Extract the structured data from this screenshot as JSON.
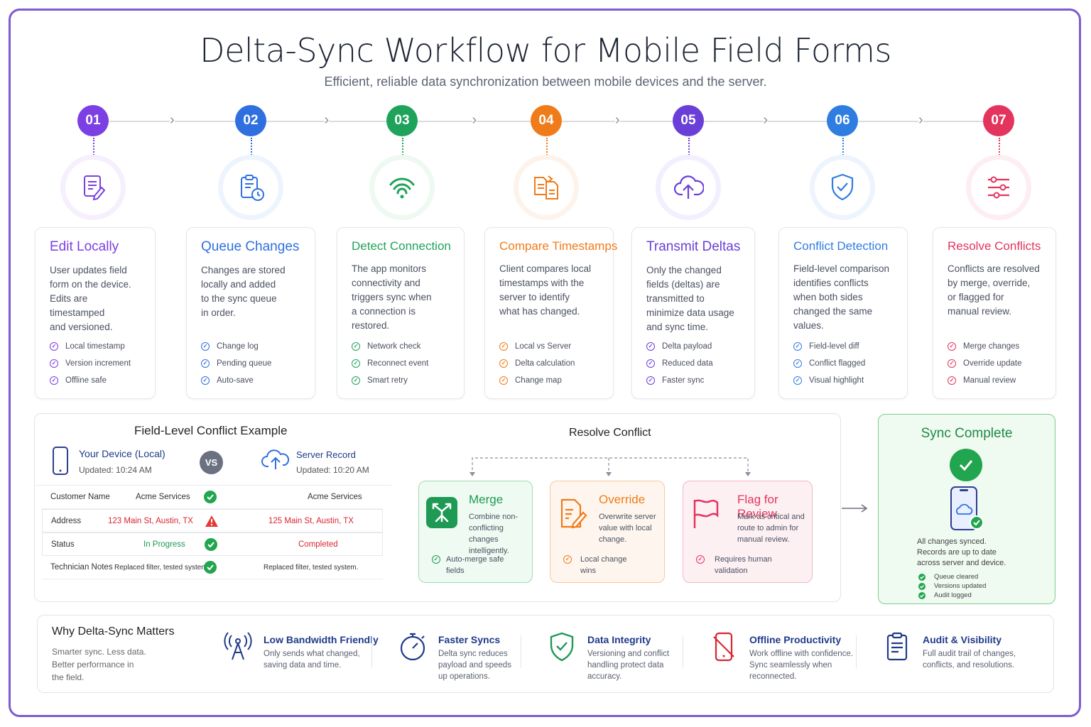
{
  "header": {
    "title": "Delta-Sync Workflow for Mobile Field Forms",
    "subtitle": "Efficient, reliable data synchronization between mobile devices and the server."
  },
  "steps": [
    {
      "num": "01",
      "title": "Edit Locally",
      "color": "#7b3fe4",
      "desc": [
        "User updates field",
        "form on the device.",
        "Edits are timestamped",
        "and versioned."
      ],
      "items": [
        "Local timestamp",
        "Version increment",
        "Offline safe"
      ],
      "icon": "edit-form-icon"
    },
    {
      "num": "02",
      "title": "Queue Changes",
      "color": "#2f6fe0",
      "desc": [
        "Changes are stored",
        "locally and added",
        "to the sync queue",
        "in order."
      ],
      "items": [
        "Change log",
        "Pending queue",
        "Auto-save"
      ],
      "icon": "clipboard-clock-icon"
    },
    {
      "num": "03",
      "title": "Detect Connection",
      "color": "#1fa35a",
      "desc": [
        "The app monitors",
        "connectivity and",
        "triggers sync when",
        "a connection is",
        "restored."
      ],
      "items": [
        "Network check",
        "Reconnect event",
        "Smart retry"
      ],
      "icon": "wifi-icon"
    },
    {
      "num": "04",
      "title": "Compare Timestamps",
      "color": "#f07b1a",
      "desc": [
        "Client compares local",
        "timestamps with the",
        "server to identify",
        "what has changed."
      ],
      "items": [
        "Local vs Server",
        "Delta calculation",
        "Change map"
      ],
      "icon": "compare-documents-icon"
    },
    {
      "num": "05",
      "title": "Transmit Deltas",
      "color": "#6a3fd8",
      "desc": [
        "Only the changed",
        "fields (deltas) are",
        "transmitted to",
        "minimize data usage",
        "and sync time."
      ],
      "items": [
        "Delta payload",
        "Reduced data",
        "Faster sync"
      ],
      "icon": "cloud-upload-icon"
    },
    {
      "num": "06",
      "title": "Conflict Detection",
      "color": "#2f7de0",
      "desc": [
        "Field-level comparison",
        "identifies conflicts",
        "when both sides",
        "changed the same",
        "values."
      ],
      "items": [
        "Field-level diff",
        "Conflict flagged",
        "Visual highlight"
      ],
      "icon": "shield-check-icon"
    },
    {
      "num": "07",
      "title": "Resolve Conflicts",
      "color": "#e3345e",
      "desc": [
        "Conflicts are resolved",
        "by merge, override,",
        "or flagged for",
        "manual review."
      ],
      "items": [
        "Merge changes",
        "Override update",
        "Manual review"
      ],
      "icon": "sliders-icon"
    }
  ],
  "conflict": {
    "title": "Field-Level Conflict Example",
    "device_label": "Your Device (Local)",
    "device_time": "Updated: 10:24 AM",
    "vs": "VS",
    "server_label": "Server Record",
    "server_time": "Updated: 10:20 AM",
    "rows": [
      {
        "field": "Customer Name",
        "local": "Acme Services",
        "server": "Acme Services",
        "status": "match"
      },
      {
        "field": "Address",
        "local": "123 Main St, Austin, TX",
        "server": "125 Main St, Austin, TX",
        "status": "conflict"
      },
      {
        "field": "Status",
        "local": "In Progress",
        "server": "Completed",
        "status": "match"
      },
      {
        "field": "Technician Notes",
        "local": "Replaced filter, tested system.",
        "server": "Replaced filter, tested system.",
        "status": "match"
      }
    ]
  },
  "resolve": {
    "title": "Resolve Conflict",
    "options": [
      {
        "title": "Merge",
        "desc": [
          "Combine non-",
          "conflicting changes",
          "intelligently."
        ],
        "foot": [
          "Auto-merge safe",
          "fields"
        ],
        "color": "#1e9a55"
      },
      {
        "title": "Override",
        "desc": [
          "Overwrite server",
          "value with local",
          "change."
        ],
        "foot": [
          "Local change",
          "wins"
        ],
        "color": "#f07b1a"
      },
      {
        "title": "Flag for Review",
        "desc": [
          "Mark as critical and",
          "route to admin for",
          "manual review."
        ],
        "foot": [
          "Requires human",
          "validation"
        ],
        "color": "#e3345e"
      }
    ]
  },
  "complete": {
    "title": "Sync Complete",
    "desc": [
      "All changes synced.",
      "Records are up to date",
      "across server and device."
    ],
    "items": [
      "Queue cleared",
      "Versions updated",
      "Audit logged"
    ]
  },
  "why": {
    "title": "Why Delta-Sync Matters",
    "desc": [
      "Smarter sync. Less data.",
      "Better performance in",
      "the field."
    ],
    "items": [
      {
        "title": "Low Bandwidth Friendly",
        "desc": [
          "Only sends what changed,",
          "saving data and time."
        ],
        "icon": "antenna-icon"
      },
      {
        "title": "Faster Syncs",
        "desc": [
          "Delta sync reduces",
          "payload and speeds",
          "up operations."
        ],
        "icon": "stopwatch-icon"
      },
      {
        "title": "Data Integrity",
        "desc": [
          "Versioning and conflict",
          "handling protect data",
          "accuracy."
        ],
        "icon": "shield-check-icon"
      },
      {
        "title": "Offline Productivity",
        "desc": [
          "Work offline with confidence.",
          "Sync seamlessly when",
          "reconnected."
        ],
        "icon": "phone-offline-icon"
      },
      {
        "title": "Audit & Visibility",
        "desc": [
          "Full audit trail of changes,",
          "conflicts, and resolutions."
        ],
        "icon": "clipboard-list-icon"
      }
    ]
  }
}
